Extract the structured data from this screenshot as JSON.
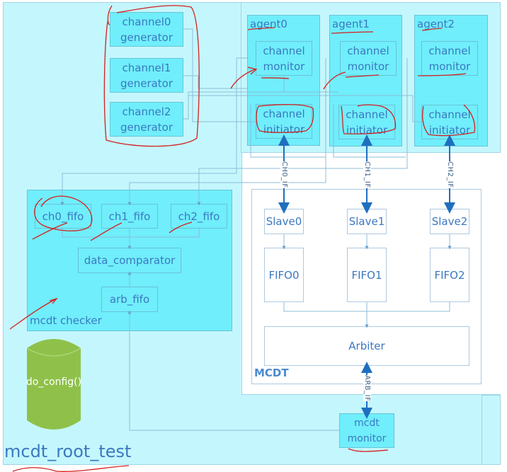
{
  "env": {
    "title": "mcdt_root_test",
    "generators": [
      "channel0\ngenerator",
      "channel1\ngenerator",
      "channel2\ngenerator"
    ],
    "agents": [
      {
        "title": "agent0",
        "monitor": "channel\nmonitor",
        "initiator": "channel\ninitiator"
      },
      {
        "title": "agent1",
        "monitor": "channel\nmonitor",
        "initiator": "channel\ninitiator"
      },
      {
        "title": "agent2",
        "monitor": "channel\nmonitor",
        "initiator": "channel\ninitiator"
      }
    ],
    "interfaces": [
      "CH0_IF",
      "CH1_IF",
      "CH2_IF",
      "ARB_IF"
    ],
    "checker": {
      "title": "mcdt checker",
      "fifos": [
        "ch0_fifo",
        "ch1_fifo",
        "ch2_fifo"
      ],
      "comparator": "data_comparator",
      "arb_fifo": "arb_fifo"
    },
    "config_db": "do_config()",
    "mcdt_monitor": "mcdt\nmonitor"
  },
  "dut": {
    "title": "MCDT",
    "slaves": [
      "Slave0",
      "Slave1",
      "Slave2"
    ],
    "fifos": [
      "FIFO0",
      "FIFO1",
      "FIFO2"
    ],
    "arbiter": "Arbiter"
  },
  "colors": {
    "env_bg": "#c4f7fd",
    "component": "#70eefb",
    "text": "#3b78c0",
    "config_db": "#8fc14a",
    "annotation": "#d42020",
    "interface_arrow": "#1f6fbf"
  }
}
